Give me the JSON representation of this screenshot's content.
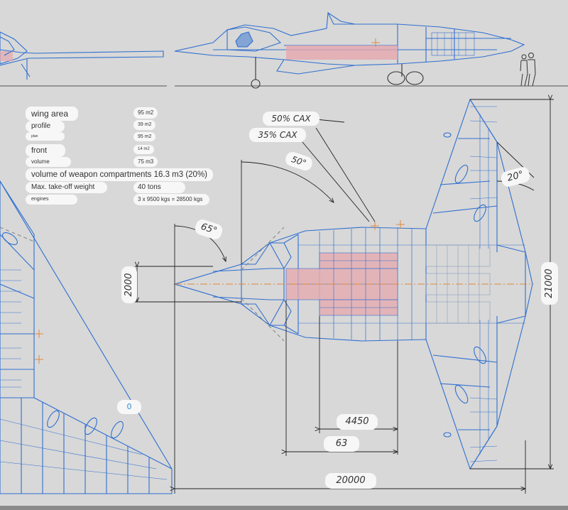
{
  "specs": {
    "wing_area": {
      "label": "wing area",
      "value": "95 m2"
    },
    "profile": {
      "label": "profile",
      "value": "39 m2"
    },
    "plan": {
      "label": "plan",
      "value": "95 m2"
    },
    "front": {
      "label": "front",
      "value": "14 m2"
    },
    "volume": {
      "label": "volume",
      "value": "75 m3"
    },
    "weapon": {
      "label": "volume of weapon compartments 16.3 m3 (20%)"
    },
    "mtow": {
      "label": "Max. take-off weight",
      "value": "40 tons"
    },
    "engines": {
      "label": "engines",
      "value": "3 x 9500 kgs = 28500 kgs"
    }
  },
  "annotations": {
    "cax50": "50% CAX",
    "cax35": "35% CAX",
    "angle50": "50°",
    "angle20": "20°",
    "angle65": "65°",
    "dim2000": "2000",
    "dim21000": "21000",
    "dim4450": "4450",
    "dim63": "63",
    "dim20000": "20000",
    "zero": "0"
  },
  "colors": {
    "line": "#2f6fd0",
    "bay": "#e6a8ae",
    "marker": "#e0883a",
    "dim_line": "#222222"
  }
}
